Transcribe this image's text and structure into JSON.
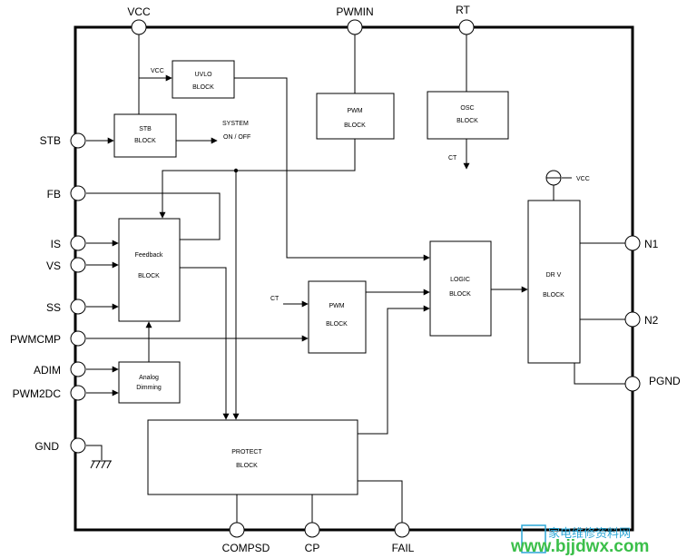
{
  "pins": {
    "vcc": "VCC",
    "pwmin": "PWMIN",
    "rt": "RT",
    "stb": "STB",
    "fb": "FB",
    "is": "IS",
    "vs": "VS",
    "ss": "SS",
    "pwmcmp": "PWMCMP",
    "adim": "ADIM",
    "pwm2dc": "PWM2DC",
    "gnd": "GND",
    "n1": "N1",
    "n2": "N2",
    "pgnd": "PGND",
    "compsd": "COMPSD",
    "cp": "CP",
    "fail": "FAIL"
  },
  "blocks": {
    "uvlo": [
      "UVLO",
      "BLOCK"
    ],
    "stb": [
      "STB",
      "BLOCK"
    ],
    "pwm_top": [
      "PWM",
      "BLOCK"
    ],
    "osc": [
      "OSC",
      "BLOCK"
    ],
    "feedback": [
      "Feedback",
      "BLOCK"
    ],
    "pwm_mid": [
      "PWM",
      "BLOCK"
    ],
    "logic": [
      "LOGIC",
      "BLOCK"
    ],
    "drv": [
      "DR V",
      "BLOCK"
    ],
    "analog": [
      "Analog",
      "Dimming"
    ],
    "protect": [
      "PROTECT",
      "BLOCK"
    ]
  },
  "labels": {
    "uvlo_vcc": "VCC",
    "system_line1": "SYSTEM",
    "system_line2": "ON / OFF",
    "ct_out": "CT",
    "ct_in": "CT",
    "drv_vcc": "VCC"
  },
  "watermark": {
    "chinese": "家电维修资料网",
    "url": "www.bjjdwx.com"
  },
  "colors": {
    "line": "#000000",
    "watermark_text": "#2aa6d6",
    "watermark_url": "#3bbf4a"
  }
}
